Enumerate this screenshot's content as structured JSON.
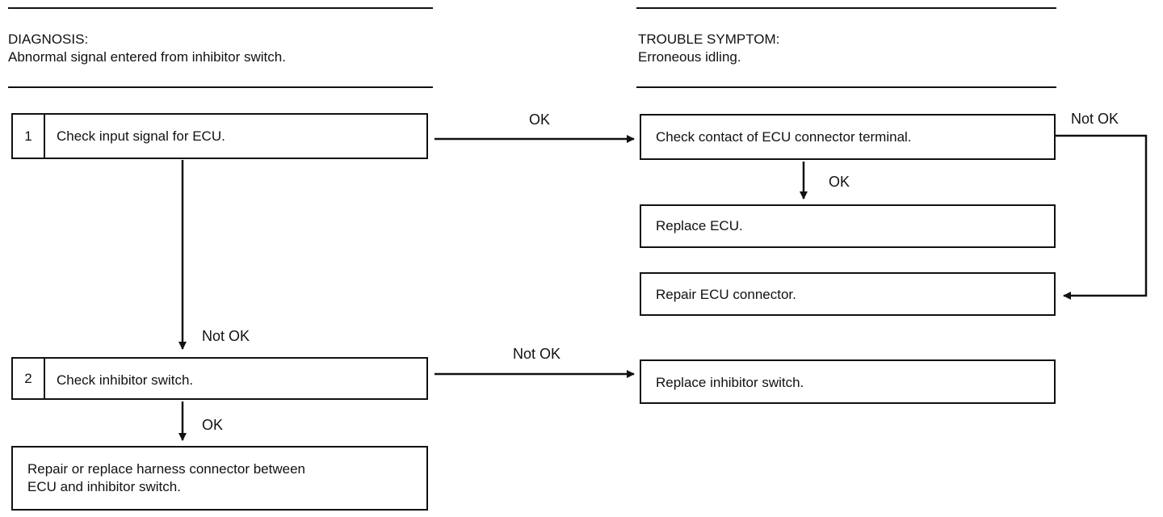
{
  "diagnosis": {
    "heading": "DIAGNOSIS:",
    "text": "Abnormal signal entered from inhibitor switch."
  },
  "symptom": {
    "heading": "TROUBLE SYMPTOM:",
    "text": "Erroneous idling."
  },
  "steps": [
    {
      "number": "1",
      "text": "Check input signal for ECU."
    },
    {
      "number": "2",
      "text": "Check inhibitor switch."
    }
  ],
  "results": {
    "repair_harness_line1": "Repair or replace harness connector between",
    "repair_harness_line2": "ECU and inhibitor switch.",
    "check_contact": "Check contact of ECU connector terminal.",
    "replace_ecu": "Replace ECU.",
    "repair_connector": "Repair ECU connector.",
    "replace_switch": "Replace inhibitor switch."
  },
  "labels": {
    "ok_step1_right": "OK",
    "notok_step1_down": "Not OK",
    "ok_contact_down": "OK",
    "notok_contact_right": "Not OK",
    "notok_step2_right": "Not OK",
    "ok_step2_down": "OK"
  }
}
